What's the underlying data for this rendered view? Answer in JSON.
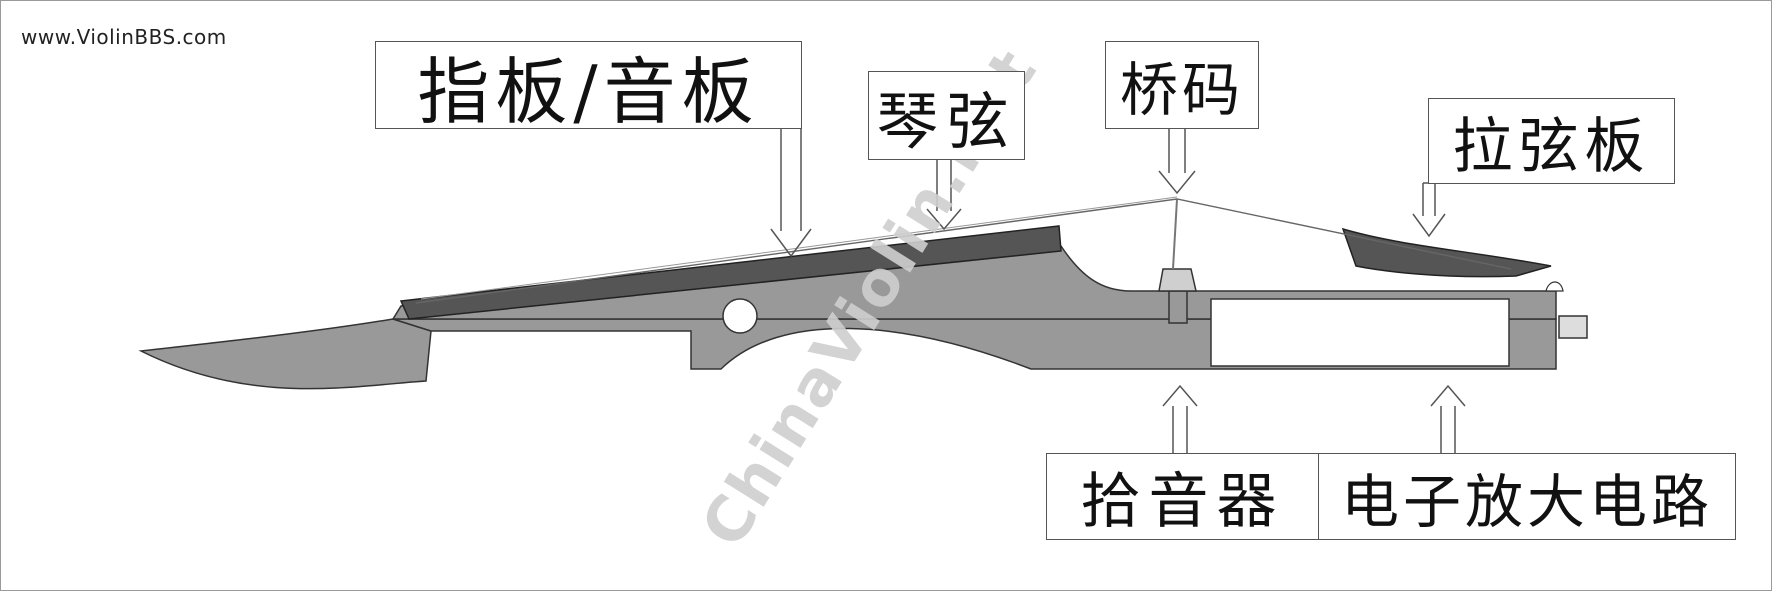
{
  "site_url": "www.ViolinBBS.com",
  "watermark": "ChinaViolin.Net",
  "labels": {
    "fingerboard_soundboard": "指板/音板",
    "strings": "琴弦",
    "bridge": "桥码",
    "tailpiece": "拉弦板",
    "pickup": "拾音器",
    "amplifier_circuit": "电子放大电路"
  },
  "colors": {
    "body": "#999999",
    "fingerboard": "#555555",
    "outline": "#333333",
    "box_border": "#555555",
    "watermark": "#cfcfcf"
  }
}
